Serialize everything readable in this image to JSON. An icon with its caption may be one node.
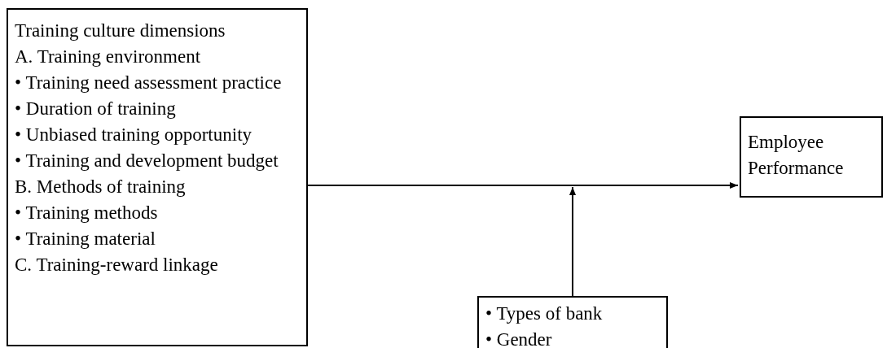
{
  "diagram": {
    "nodes": [
      {
        "text": [
          "Training culture dimensions",
          "A. Training environment",
          "• Training need assessment practice",
          "• Duration of training",
          "• Unbiased training opportunity",
          "• Training and development budget",
          "B. Methods of training",
          "• Training methods",
          "• Training material",
          "C. Training-reward linkage"
        ]
      },
      {
        "text": [
          "Employee Performance"
        ]
      },
      {
        "text": [
          "• Types of bank",
          "• Gender"
        ]
      }
    ],
    "edges": [
      {
        "from": 0,
        "to": 1,
        "arrow": "to"
      },
      {
        "from": 2,
        "to": null,
        "arrow": "to"
      }
    ]
  }
}
